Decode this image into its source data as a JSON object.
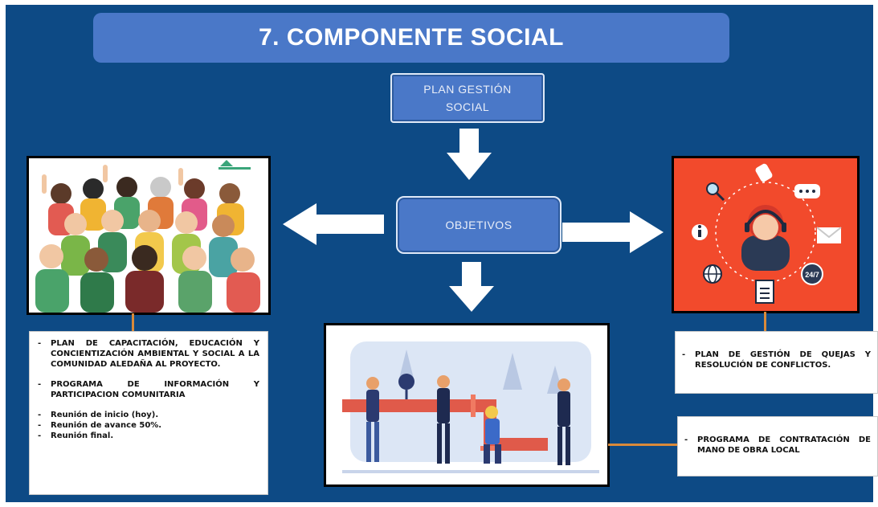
{
  "title": "7. COMPONENTE SOCIAL",
  "plan": {
    "line1": "PLAN GESTIÓN",
    "line2": "SOCIAL"
  },
  "objetivos": "OBJETIVOS",
  "left_block": {
    "p1": "PLAN DE CAPACITACIÓN, EDUCACIÓN Y CONCIENTIZACIÓN AMBIENTAL Y SOCIAL A LA COMUNIDAD ALEDAÑA AL PROYECTO.",
    "p2": "PROGRAMA DE INFORMACIÓN Y PARTICIPACION COMUNITARIA",
    "items": [
      "Reunión de inicio (hoy).",
      "Reunión de avance 50%.",
      "Reunión final."
    ]
  },
  "right_block_1": "PLAN DE GESTIÓN DE QUEJAS Y RESOLUCIÓN DE CONFLICTOS.",
  "right_block_2": "PROGRAMA DE CONTRATACIÓN DE MANO DE OBRA LOCAL",
  "service_badge": "24/7",
  "dash": "-",
  "colors": {
    "background": "#0d4a85",
    "box": "#4a78c8",
    "service_bg": "#f24a2c",
    "connector": "#d98a3a"
  }
}
